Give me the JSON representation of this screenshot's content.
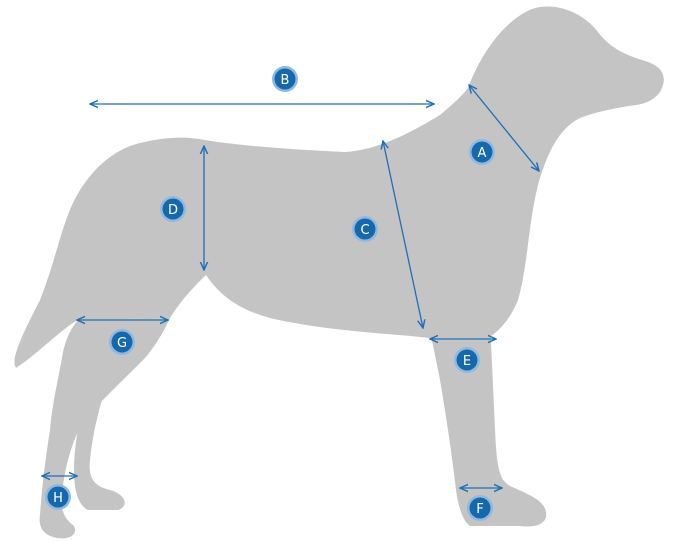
{
  "colors": {
    "background": "#ffffff",
    "silhouette": "#c4c4c4",
    "arrow": "#1f6fb5",
    "badge_fill": "#1668ad",
    "badge_ring": "#8fb9de",
    "badge_text": "#ffffff"
  },
  "markers": {
    "A": "A",
    "B": "B",
    "C": "C",
    "D": "D",
    "E": "E",
    "F": "F",
    "G": "G",
    "H": "H"
  }
}
